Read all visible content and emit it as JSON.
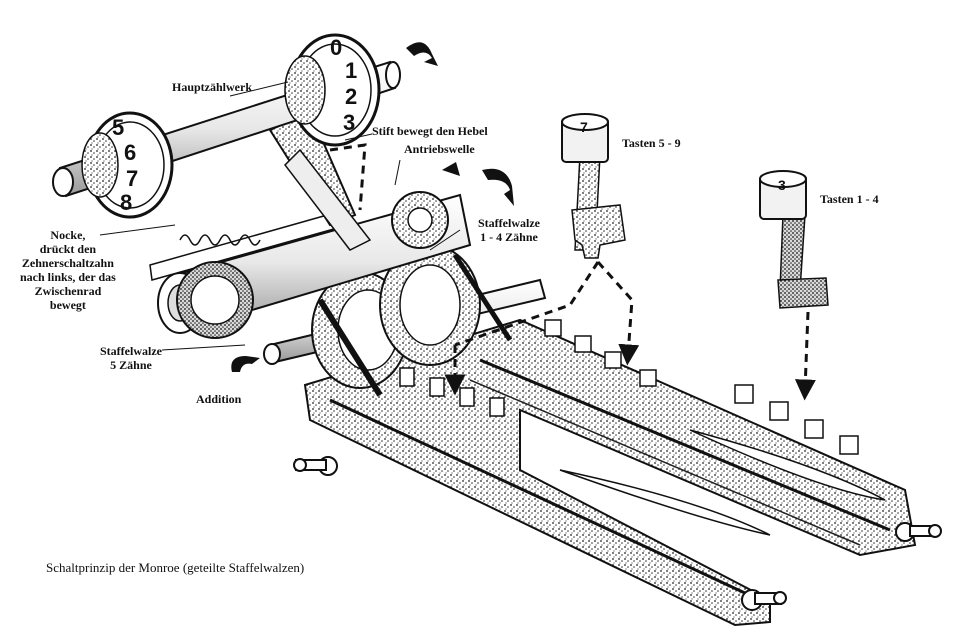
{
  "diagram": {
    "labels": {
      "hauptzaehlwerk": "Hauptzählwerk",
      "stift": "Stift bewegt den Hebel",
      "antriebswelle": "Antriebswelle",
      "tasten_5_9": "Tasten 5 - 9",
      "tasten_1_4": "Tasten 1 - 4",
      "staffelwalze_1_4": [
        "Staffelwalze",
        "1 - 4 Zähne"
      ],
      "nocke": [
        "Nocke,",
        "drückt den",
        "Zehnerschaltzahn",
        "nach links, der das",
        "Zwischenrad",
        "bewegt"
      ],
      "staffelwalze_5": [
        "Staffelwalze",
        "5 Zähne"
      ],
      "addition": "Addition"
    },
    "counter_digits_right": [
      "0",
      "1",
      "2",
      "3"
    ],
    "counter_digits_left": [
      "5",
      "6",
      "7",
      "8"
    ],
    "key_left_digit": "7",
    "key_right_digit": "3",
    "caption": "Schaltprinzip der Monroe (geteilte Staffelwalzen)"
  }
}
